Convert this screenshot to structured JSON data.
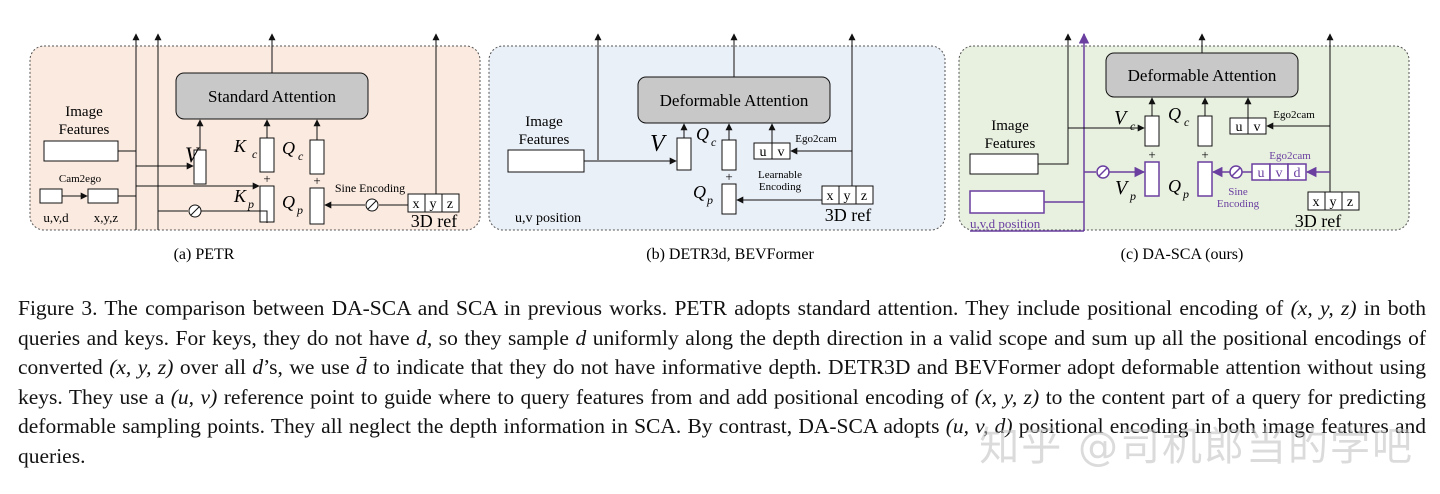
{
  "panels": {
    "petr": {
      "caption": "(a) PETR",
      "attention": "Standard Attention",
      "image_features": [
        "Image",
        "Features"
      ],
      "v": "V",
      "kc": "K",
      "kc_sub": "c",
      "qc": "Q",
      "qc_sub": "c",
      "kp": "K",
      "kp_sub": "p",
      "qp": "Q",
      "qp_sub": "p",
      "cam2ego": "Cam2ego",
      "uvd": "u,v,d",
      "xyz_label": "x,y,z",
      "sine": "Sine Encoding",
      "grid": [
        "x",
        "y",
        "z"
      ],
      "ref": "3D ref",
      "plus": "+"
    },
    "detr": {
      "caption": "(b) DETR3d, BEVFormer",
      "attention": "Deformable Attention",
      "image_features": [
        "Image",
        "Features"
      ],
      "v": "V",
      "qc": "Q",
      "qc_sub": "c",
      "qp": "Q",
      "qp_sub": "p",
      "uv_grid": [
        "u",
        "v"
      ],
      "ego2cam": "Ego2cam",
      "learnable": [
        "Learnable",
        "Encoding"
      ],
      "position": "u,v position",
      "grid": [
        "x",
        "y",
        "z"
      ],
      "ref": "3D ref",
      "plus": "+"
    },
    "dasca": {
      "caption": "(c) DA-SCA (ours)",
      "attention": "Deformable Attention",
      "image_features": [
        "Image",
        "Features"
      ],
      "vc": "V",
      "vc_sub": "c",
      "qc": "Q",
      "qc_sub": "c",
      "vp": "V",
      "vp_sub": "p",
      "qp": "Q",
      "qp_sub": "p",
      "uv_grid": [
        "u",
        "v"
      ],
      "ego2cam_top": "Ego2cam",
      "ego2cam_purple": "Ego2cam",
      "uvd_grid": [
        "u",
        "v",
        "d"
      ],
      "sine": [
        "Sine",
        "Encoding"
      ],
      "position": "u,v,d position",
      "grid": [
        "x",
        "y",
        "z"
      ],
      "ref": "3D ref",
      "plus": "+"
    }
  },
  "caption": {
    "parts": [
      "Figure 3. The comparison between DA-SCA and SCA in previous works. PETR adopts standard attention. They include positional encoding of ",
      "(x, y, z)",
      " in both queries and keys. For keys, they do not have ",
      "d",
      ", so they sample ",
      "d",
      " uniformly along the depth direction in a valid scope and sum up all the positional encodings of converted ",
      "(x, y, z)",
      " over all ",
      "d",
      "’s, we use ",
      "d̄",
      " to indicate that they do not have informative depth. DETR3D and BEVFormer adopt deformable attention without using keys. They use a ",
      "(u, v)",
      " reference point to guide where to query features from and add positional encoding of ",
      "(x, y, z)",
      " to the content part of a query for predicting deformable sampling points. They all neglect the depth information in SCA. By contrast, DA-SCA adopts ",
      "(u, v, d)",
      " positional encoding in both image features and queries."
    ]
  },
  "watermark": "知乎 @司机郎当的学吧",
  "colors": {
    "petr_bg": "#fbeae0",
    "detr_bg": "#eaf0f8",
    "dasca_bg": "#e8f0e0",
    "attention_fill": "#c8c8c8",
    "purple": "#6a3fa0"
  }
}
